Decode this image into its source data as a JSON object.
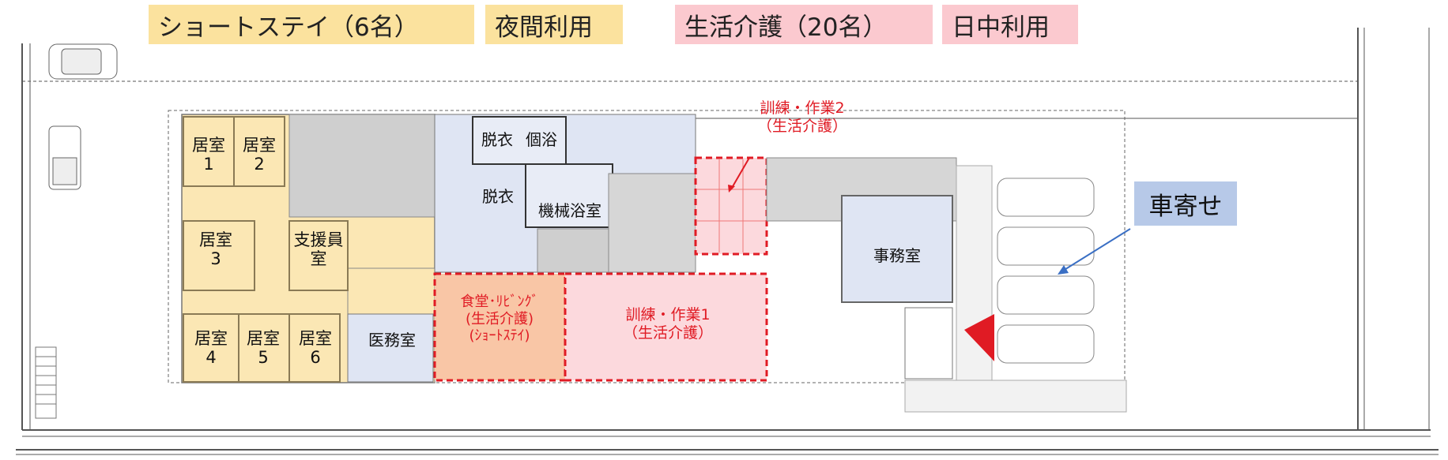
{
  "legend": {
    "shortstay": "ショートステイ（6名）",
    "night": "夜間利用",
    "daycare": "生活介護（20名）",
    "daytime": "日中利用"
  },
  "rooms": {
    "room1": "居室\n1",
    "room2": "居室\n2",
    "room3": "居室\n3",
    "room4": "居室\n4",
    "room5": "居室\n5",
    "room6": "居室\n6",
    "support": "支援員\n室",
    "medical": "医務室",
    "undress1": "脱衣",
    "bath": "個浴",
    "undress2": "脱衣",
    "mech_bath": "機械浴室",
    "office": "事務室"
  },
  "zones": {
    "dining": "食堂･ﾘﾋﾞﾝｸﾞ\n(生活介護)\n(ｼｮｰﾄｽﾃｲ)",
    "training1": "訓練・作業1\n（生活介護）",
    "training2": "訓練・作業2\n（生活介護）"
  },
  "callout": {
    "car_porch": "車寄せ"
  },
  "colors": {
    "shortstay_fill": "#fbe7b4",
    "daycare_fill": "#fcd9dd",
    "dining_fill": "#f9c6a6",
    "service_fill": "#dfe5f3",
    "red": "#e01b24",
    "blue_arrow": "#3a6fc4"
  }
}
